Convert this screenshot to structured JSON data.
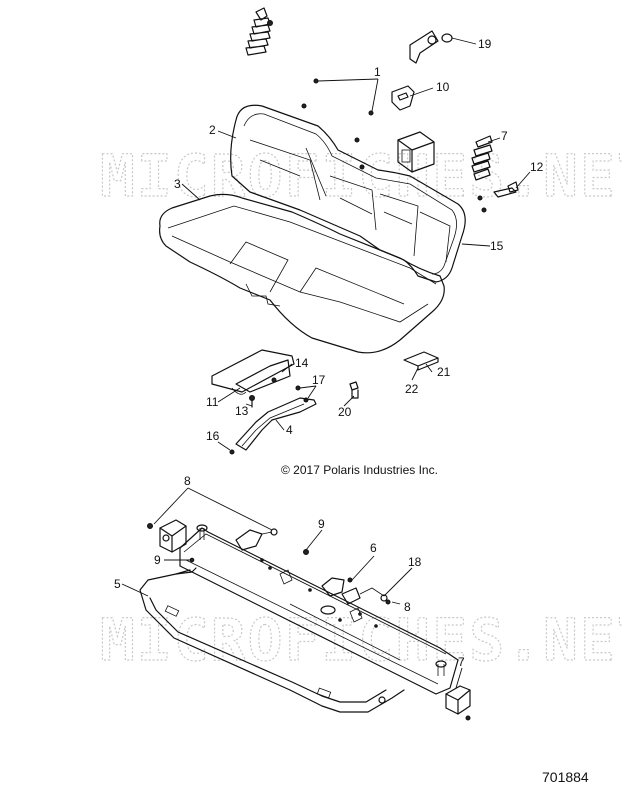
{
  "watermark": "MICROFICHES.NET",
  "copyright": "© 2017 Polaris Industries Inc.",
  "diagram_id": "701884",
  "callouts": {
    "c1": "1",
    "c2": "2",
    "c3": "3",
    "c4": "4",
    "c5": "5",
    "c6": "6",
    "c7a": "7",
    "c7b": "7",
    "c8a": "8",
    "c8b": "8",
    "c9a": "9",
    "c9b": "9",
    "c10": "10",
    "c11": "11",
    "c12": "12",
    "c13": "13",
    "c14": "14",
    "c15": "15",
    "c16": "16",
    "c17": "17",
    "c18": "18",
    "c19": "19",
    "c20": "20",
    "c21": "21",
    "c22": "22"
  }
}
